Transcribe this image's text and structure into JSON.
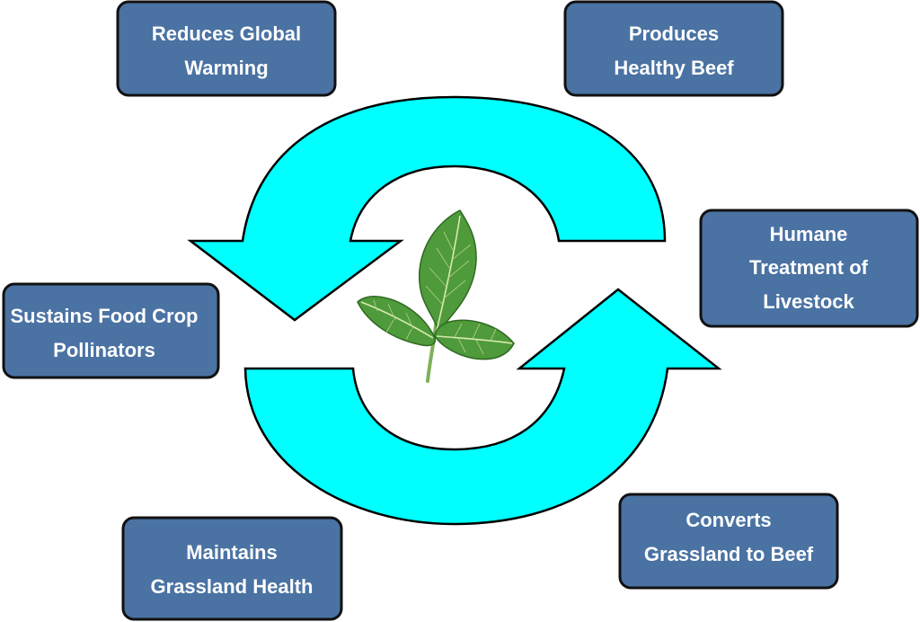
{
  "diagram": {
    "accent_color": "#00ffff",
    "box_color": "#4a72a3",
    "center_icon": "leaf-icon",
    "nodes": [
      {
        "id": "reduces-global-warming",
        "lines": [
          "Reduces Global",
          "Warming"
        ]
      },
      {
        "id": "produces-healthy-beef",
        "lines": [
          "Produces",
          "Healthy Beef"
        ]
      },
      {
        "id": "humane-treatment-of-livestock",
        "lines": [
          "Humane",
          "Treatment of",
          "Livestock"
        ]
      },
      {
        "id": "sustains-food-crop-pollinators",
        "lines": [
          "Sustains Food Crop",
          "Pollinators"
        ]
      },
      {
        "id": "maintains-grassland-health",
        "lines": [
          "Maintains",
          "Grassland Health"
        ]
      },
      {
        "id": "converts-grassland-to-beef",
        "lines": [
          "Converts",
          "Grassland to Beef"
        ]
      }
    ]
  }
}
